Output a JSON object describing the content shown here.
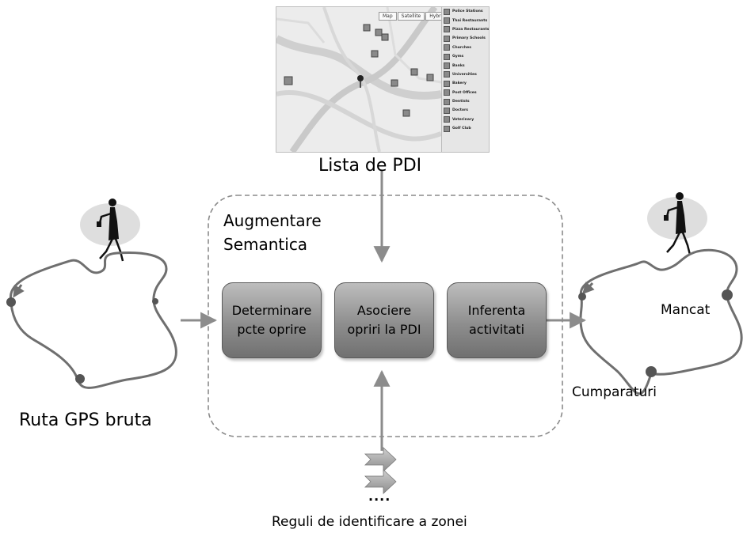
{
  "map": {
    "tabs": [
      "Map",
      "Satellite",
      "Hybrid"
    ],
    "legend": [
      "Police Stations",
      "Thai Restaurants",
      "Pizza Restaurants",
      "Primary Schools",
      "Churches",
      "Gyms",
      "Banks",
      "Universities",
      "Bakery",
      "Post Offices",
      "Dentists",
      "Doctors",
      "Veterinary",
      "Golf Club"
    ]
  },
  "labels": {
    "poi_list": "Lista de PDI",
    "aug_line1": "Augmentare",
    "aug_line2": "Semantica",
    "raw_route": "Ruta GPS bruta",
    "eat": "Mancat",
    "shopping": "Cumparaturi",
    "rules": "Reguli de identificare a zonei",
    "ellipsis": "...."
  },
  "steps": [
    {
      "line1": "Determinare",
      "line2": "pcte oprire"
    },
    {
      "line1": "Asociere",
      "line2": "opriri la PDI"
    },
    {
      "line1": "Inferenta",
      "line2": "activitati"
    }
  ],
  "colors": {
    "arrow": "#8c8c8c",
    "route": "#6f6f6f",
    "stop_dot": "#555555",
    "box_top": "#bdbdbd",
    "box_bottom": "#707070",
    "dashed_border": "#8a8a8a"
  },
  "icons": [
    "woman-walking-icon",
    "rule-arrow-icon",
    "map-marker-icon"
  ]
}
